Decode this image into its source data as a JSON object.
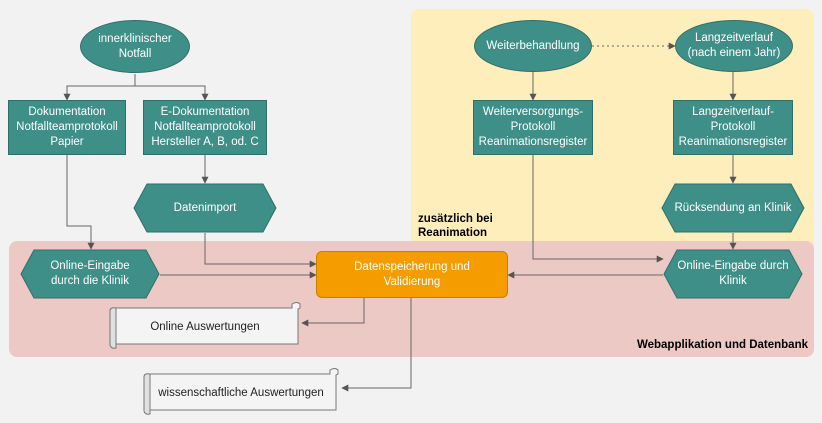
{
  "regions": {
    "yellow_label": "zusätzlich bei\nReanimation",
    "pink_label": "Webapplikation und Datenbank"
  },
  "nodes": {
    "innerklinischer_notfall": "innerklinischer\nNotfall",
    "dokumentation_papier": "Dokumentation\nNotfallteamprotokoll\nPapier",
    "e_dokumentation": "E-Dokumentation\nNotfallteamprotokoll\nHersteller A, B, od. C",
    "datenimport": "Datenimport",
    "online_eingabe_klinik_left": "Online-Eingabe\ndurch die Klinik",
    "datenspeicherung": "Datenspeicherung und\nValidierung",
    "online_auswertungen": "Online Auswertungen",
    "wissenschaftliche_auswertungen": "wissenschaftliche Auswertungen",
    "weiterbehandlung": "Weiterbehandlung",
    "langzeitverlauf": "Langzeitverlauf\n(nach einem Jahr)",
    "weiterversorgungs_protokoll": "Weiterversorgungs-\nProtokoll\nReanimationsregister",
    "langzeitverlauf_protokoll": "Langzeitverlauf-\nProtokoll\nReanimationsregister",
    "ruecksendung": "Rücksendung an Klinik",
    "online_eingabe_klinik_right": "Online-Eingabe durch\nKlinik"
  },
  "colors": {
    "teal": "#3f8f89",
    "orange": "#f59c00",
    "yellow_region": "#fdeebb",
    "pink_region": "#ecc9c4",
    "background": "#f2f2f2"
  }
}
